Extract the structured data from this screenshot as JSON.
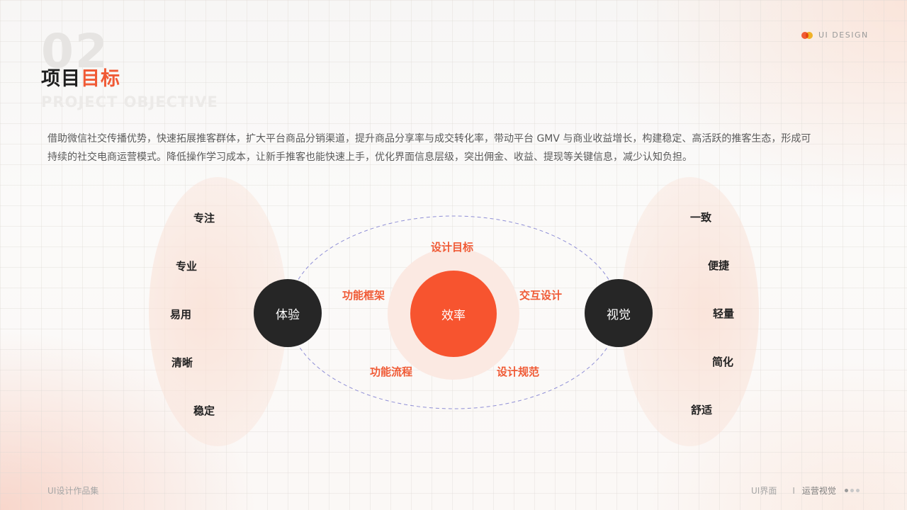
{
  "brand": {
    "logo_text": "UI DESIGN"
  },
  "header": {
    "number": "02",
    "title_dark": "项目",
    "title_accent": "目标",
    "subtitle": "PROJECT OBJECTIVE"
  },
  "description": "借助微信社交传播优势，快速拓展推客群体，扩大平台商品分销渠道，提升商品分享率与成交转化率，带动平台 GMV 与商业收益增长，构建稳定、高活跃的推客生态，形成可持续的社交电商运营模式。降低操作学习成本，让新手推客也能快速上手，优化界面信息层级，突出佣金、收益、提现等关键信息，减少认知负担。",
  "diagram": {
    "center": "效率",
    "left_node": "体验",
    "right_node": "视觉",
    "orbit_labels": {
      "top": "设计目标",
      "upper_left": "功能框架",
      "upper_right": "交互设计",
      "lower_left": "功能流程",
      "lower_right": "设计规范"
    },
    "left_words": [
      "专注",
      "专业",
      "易用",
      "清晰",
      "稳定"
    ],
    "right_words": [
      "一致",
      "便捷",
      "轻量",
      "简化",
      "舒适"
    ]
  },
  "footer": {
    "left": "UI设计作品集",
    "item1": "UI界面",
    "separator": "I",
    "item2": "运营视觉"
  },
  "colors": {
    "accent": "#f05a35",
    "dark": "#262626",
    "core": "#f7542f"
  }
}
